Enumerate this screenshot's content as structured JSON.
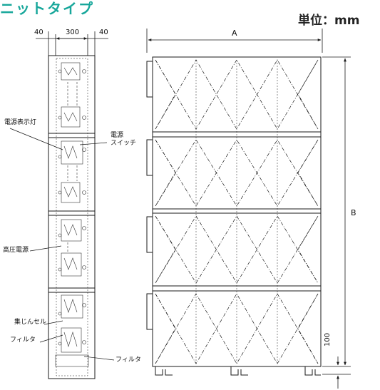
{
  "header": {
    "title": "ニットタイプ",
    "unit_label": "単位：mm"
  },
  "side_view": {
    "dim_left": "40",
    "dim_center": "300",
    "dim_right": "40",
    "labels": {
      "power_lamp": "電源表示灯",
      "power_switch_line1": "電源",
      "power_switch_line2": "スイッチ",
      "high_voltage_supply": "高圧電源",
      "collector_cell": "集じんセル",
      "filter_left": "フィルタ",
      "filter_right": "フィルタ"
    }
  },
  "front_view": {
    "dim_width": "A",
    "dim_height": "B",
    "dim_base": "100"
  },
  "colors": {
    "heading": "#18a79b",
    "line": "#1a1a1a"
  }
}
